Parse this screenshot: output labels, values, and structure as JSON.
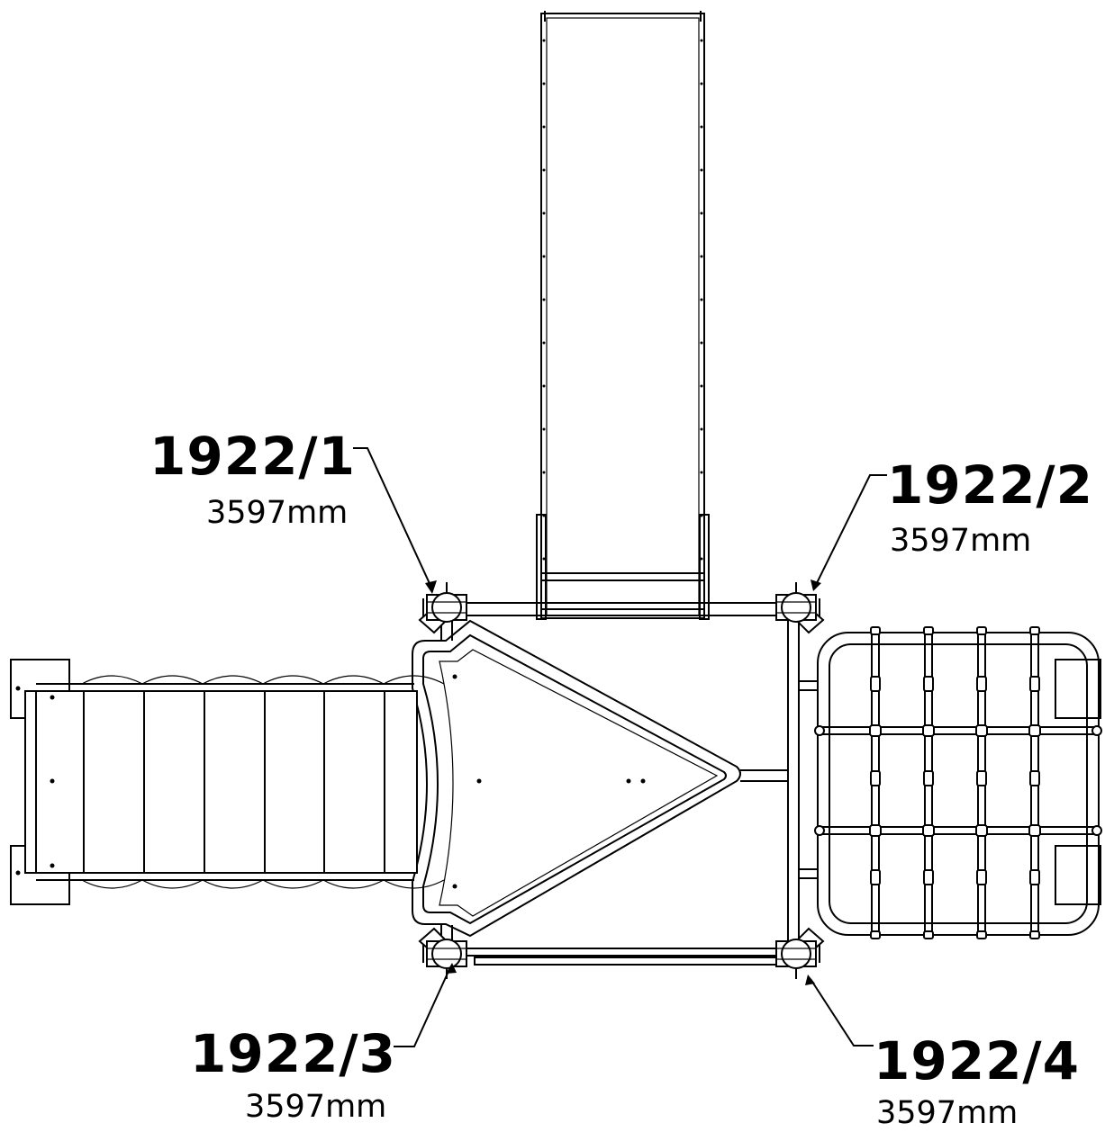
{
  "posts": [
    {
      "id": "1922/1",
      "length": "3597mm"
    },
    {
      "id": "1922/2",
      "length": "3597mm"
    },
    {
      "id": "1922/3",
      "length": "3597mm"
    },
    {
      "id": "1922/4",
      "length": "3597mm"
    }
  ]
}
